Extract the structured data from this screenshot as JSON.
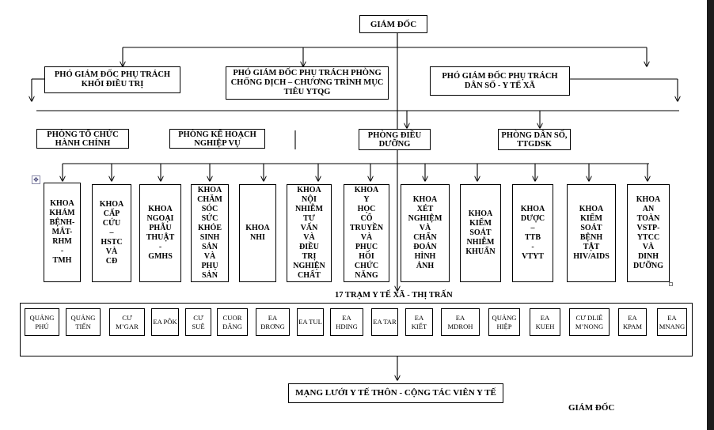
{
  "director": {
    "label": "GIÁM ĐỐC"
  },
  "deputies": [
    {
      "label": "PHÓ GIÁM ĐỐC PHỤ TRÁCH KHỐI ĐIỀU TRỊ"
    },
    {
      "label": "PHÓ GIÁM ĐỐC PHỤ TRÁCH PHÒNG CHỐNG DỊCH – CHƯƠNG TRÌNH MỤC TIÊU YTQG"
    },
    {
      "label": "PHÓ GIÁM ĐỐC PHỤ TRÁCH DÂN SỐ - Y TẾ XÃ"
    }
  ],
  "offices": [
    {
      "label": "PHÒNG TỔ CHỨC HÀNH CHÍNH"
    },
    {
      "label": "PHÒNG KẾ HOẠCH NGHIỆP VỤ"
    },
    {
      "label": "Phòng điều dưỡng"
    },
    {
      "label": "PHÒNG DÂN SỐ, TTGDSK"
    }
  ],
  "faculties": [
    {
      "label": "KHOA KHÁM BỆNH- MẮT- RHM - TMH"
    },
    {
      "label": "KHOA CẤP CỨU – HSTC VÀ CĐ"
    },
    {
      "label": "KHOA NGOẠI PHẪU THUẬT - GMHS"
    },
    {
      "label": "KHOA CHĂM SÓC SỨC KHỎE SINH SẢN VÀ PHỤ SẢN"
    },
    {
      "label": "KHOA NHI"
    },
    {
      "label": "KHOA NỘI NHIỄM TƯ VẤN VÀ ĐIỀU TRỊ NGHIỆN CHẤT"
    },
    {
      "label": "KHOA Y HỌC CỔ TRUYỀN VÀ PHỤC HỒI CHỨC NĂNG"
    },
    {
      "label": "KHOA XÉT NGHIỆM VÀ CHẨN ĐOÁN HÌNH ẢNH"
    },
    {
      "label": "KHOA KIỂM SOÁT NHIỄM KHUẨN"
    },
    {
      "label": "KHOA DƯỢC – TTB - VTYT"
    },
    {
      "label": "KHOA KIỂM SOÁT BỆNH TẬT HIV/AIDS"
    },
    {
      "label": "KHOA AN TOÀN VSTP- YTCC VÀ DINH DƯỠNG"
    }
  ],
  "stations_title": "17 TRẠM Y TẾ XÃ - THỊ TRẤN",
  "stations": [
    {
      "label": "QUẢNG PHÚ"
    },
    {
      "label": "QUẢNG TIẾN"
    },
    {
      "label": "CƯ M’GAR"
    },
    {
      "label": "EA PÔK"
    },
    {
      "label": "CƯ SUÊ"
    },
    {
      "label": "CUOR ĐĂNG"
    },
    {
      "label": "EA ĐRƠNG"
    },
    {
      "label": "EA TUL"
    },
    {
      "label": "EA HDING"
    },
    {
      "label": "EA TAR"
    },
    {
      "label": "EA KIẾT"
    },
    {
      "label": "EA MDROH"
    },
    {
      "label": "QUẢNG HIỆP"
    },
    {
      "label": "EA KUEH"
    },
    {
      "label": "CƯ DLIÊ M’NONG"
    },
    {
      "label": "EA KPAM"
    },
    {
      "label": "EA MNANG"
    }
  ],
  "network": {
    "label": "MẠNG LƯỚI Y TẾ THÔN - CỘNG TÁC VIÊN Y TẾ"
  },
  "signature": "GIÁM ĐỐC",
  "editor_handle_icon": "move-handle-icon",
  "resize_handle_icon": "resize-handle-icon"
}
